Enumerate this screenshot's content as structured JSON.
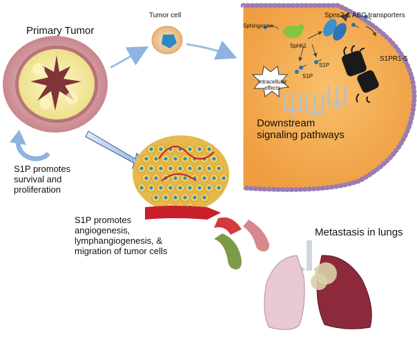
{
  "labels": {
    "primary_tumor": "Primary Tumor",
    "tumor_cell": "Tumor cell",
    "sphingosine": "Sphingosine",
    "sphk1": "SphK1",
    "s1p_a": "S1P",
    "s1p_b": "S1P",
    "intracellular": [
      "Intracellular",
      "effects"
    ],
    "transporters": "Spns2  & ABC transporters",
    "receptors": "S1PR1-5",
    "downstream": [
      "Downstream",
      "signaling pathways"
    ],
    "survival": [
      "S1P promotes",
      "survival and",
      "proliferation"
    ],
    "angio": [
      "S1P promotes",
      "angiogenesis,",
      "lymphangiogenesis, &",
      "migration of tumor cells"
    ],
    "metastasis": "Metastasis in lungs"
  },
  "colors": {
    "tumor_rim": "#d9a3a8",
    "tumor_core": "#f3eaa0",
    "cell_interior": "#f3ac53",
    "membrane_head": "#9b7bb5",
    "transporter": "#3f8fd0",
    "receptor": "#1a1a1a",
    "arrow": "#7aa6d6",
    "lung_left": "#e7c8d4",
    "lung_right": "#8c2a3c"
  }
}
